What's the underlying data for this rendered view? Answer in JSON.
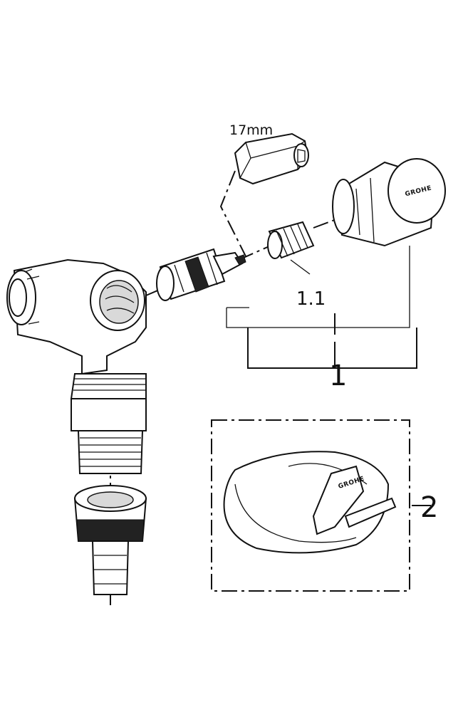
{
  "labels": {
    "wrench_size": "17mm",
    "part_1_1": "1.1",
    "part_1": "1",
    "part_2": "2"
  },
  "brand_mark": "GROHE"
}
